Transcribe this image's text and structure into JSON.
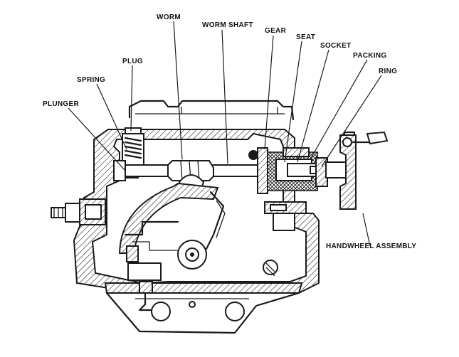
{
  "labels": {
    "worm": "WORM",
    "worm_shaft": "WORM SHAFT",
    "gear": "GEAR",
    "seat": "SEAT",
    "socket": "SOCKET",
    "packing": "PACKING",
    "ring": "RING",
    "plug": "PLUG",
    "spring": "SPRING",
    "plunger": "PLUNGER",
    "handwheel_assembly": "HANDWHEEL ASSEMBLY"
  }
}
